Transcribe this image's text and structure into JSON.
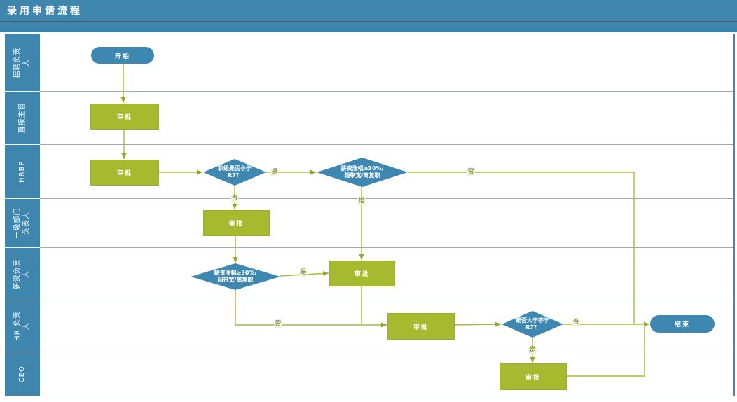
{
  "title": "录用申请流程",
  "lanes": [
    {
      "label": "招聘负责人"
    },
    {
      "label": "直接主管"
    },
    {
      "label": "HRBP"
    },
    {
      "label": "一级部门负责人"
    },
    {
      "label": "薪资负责人"
    },
    {
      "label": "HR 负责人"
    },
    {
      "label": "CEO"
    }
  ],
  "nodes": {
    "start": {
      "type": "start",
      "label": "开始"
    },
    "approve_direct_manager": {
      "type": "process",
      "label": "审批"
    },
    "approve_hrbp": {
      "type": "process",
      "label": "审批"
    },
    "decision_level_below_r7": {
      "type": "decision",
      "lines": [
        "职级是否小于",
        "R7？"
      ]
    },
    "decision_salary_hrbp": {
      "type": "decision",
      "lines": [
        "薪资涨幅≥30%/",
        "超带宽/离复职"
      ]
    },
    "approve_dept_head": {
      "type": "process",
      "label": "审批"
    },
    "decision_salary_comp": {
      "type": "decision",
      "lines": [
        "薪资涨幅≥30%/",
        "超带宽/离复职"
      ]
    },
    "approve_comp_owner": {
      "type": "process",
      "label": "审批"
    },
    "approve_hr_head": {
      "type": "process",
      "label": "审批"
    },
    "decision_level_gte_r7": {
      "type": "decision",
      "lines": [
        "是否大于等于",
        "R7？"
      ]
    },
    "approve_ceo": {
      "type": "process",
      "label": "审批"
    },
    "end": {
      "type": "end",
      "label": "结束"
    }
  },
  "edge_labels": {
    "yes": "是",
    "no": "否"
  },
  "colors": {
    "header_blue": "#3e86ae",
    "shape_blue": "#3d87b0",
    "shape_green": "#a6ba2f",
    "connector_green": "#a9ba3a",
    "lane_border": "#96abbc"
  }
}
